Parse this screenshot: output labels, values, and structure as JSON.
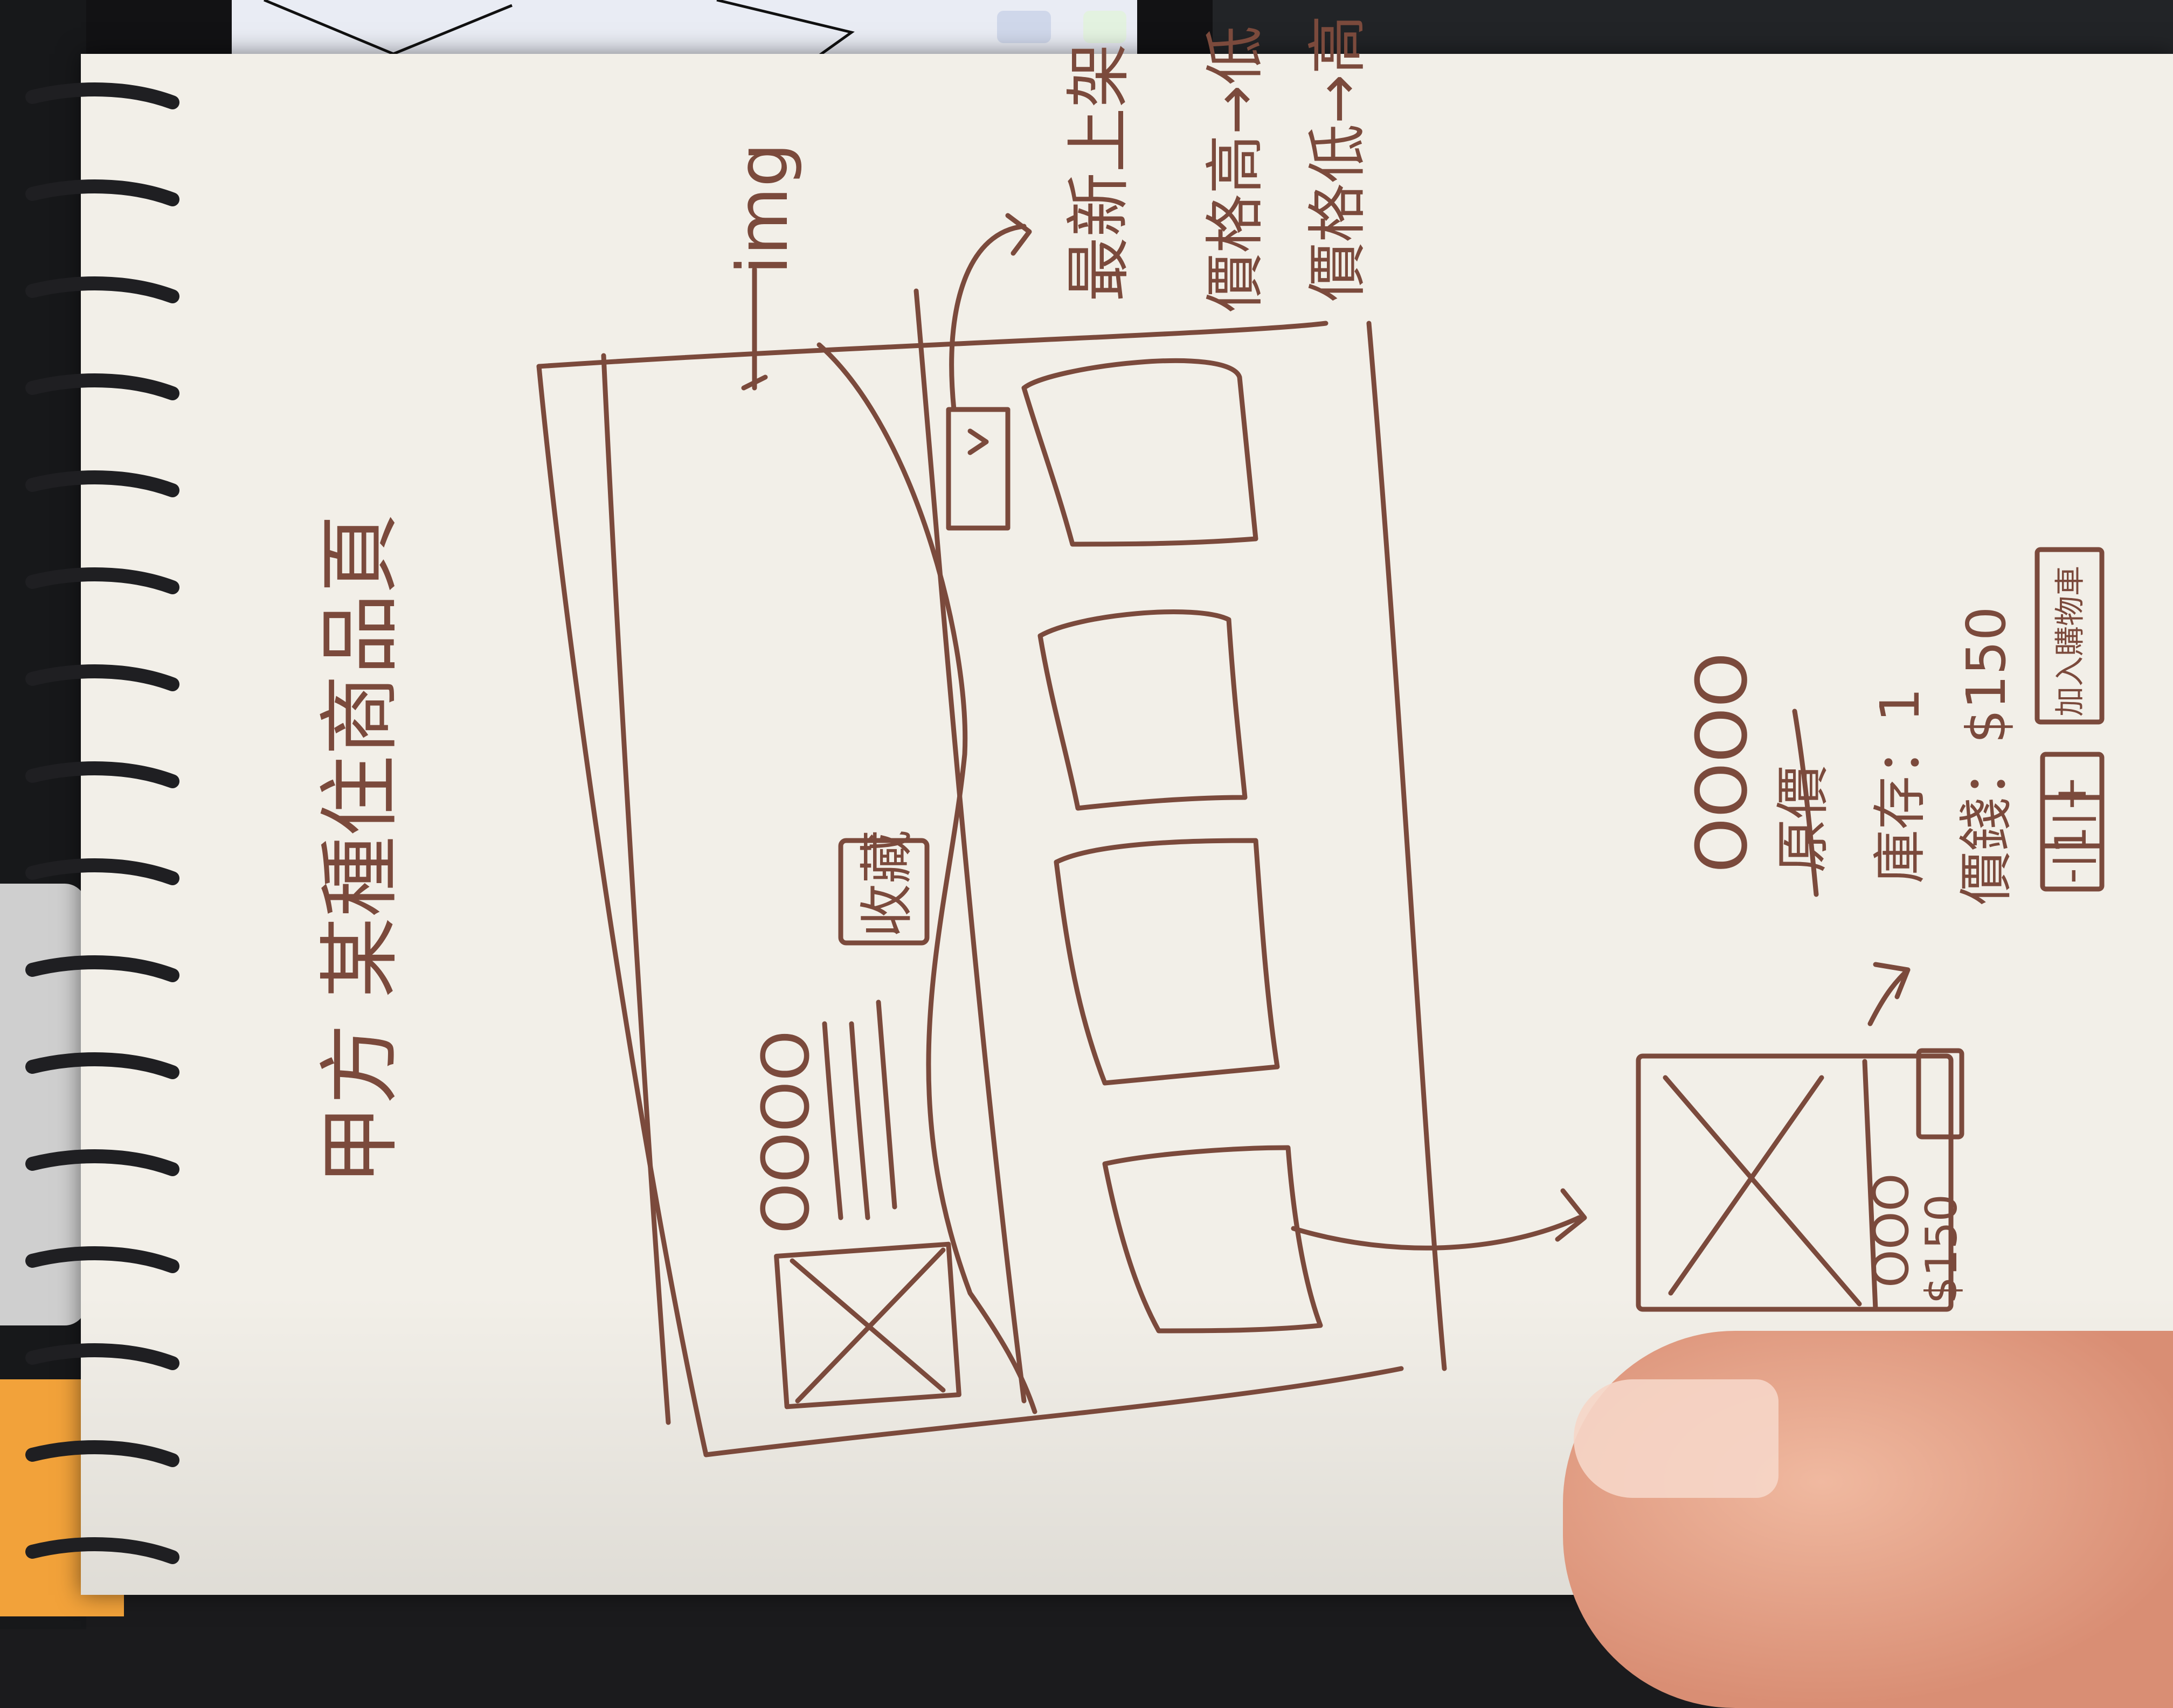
{
  "title": "甲方 某種住商品頁",
  "header": {
    "img_label": "img"
  },
  "sort_options": [
    "最新上架",
    "價格高→低",
    "價格低→高"
  ],
  "product_card": {
    "favorite_label": "收藏",
    "rating": "OOOO"
  },
  "detail": {
    "rating": "OOOO",
    "original_price": "原價",
    "stock_label": "庫存：1",
    "price_label": "價錢：$150",
    "quantity_stepper": "-|1|+",
    "add_to_cart": "加入購物車"
  },
  "thumbnail_card": {
    "rating": "OOO",
    "price": "$150"
  },
  "colors": {
    "ink": "#7b4a3c",
    "paper": "#f2efe8",
    "background": "#1b1b1d",
    "cloth": "#f2a23a"
  }
}
